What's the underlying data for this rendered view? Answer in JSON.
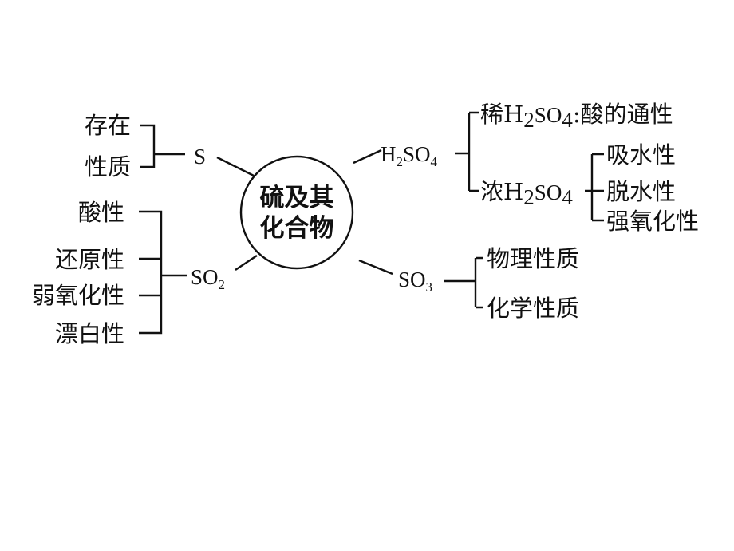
{
  "center": {
    "line1": "硫及其",
    "line2": "化合物"
  },
  "s": {
    "label": "S",
    "items": [
      "存在",
      "性质"
    ]
  },
  "so2": {
    "label": "SO",
    "sub": "2",
    "items": [
      "酸性",
      "还原性",
      "弱氧化性",
      "漂白性"
    ]
  },
  "h2so4": {
    "label": {
      "a": "H",
      "a_sub": "2",
      "b": "SO",
      "b_sub": "4"
    },
    "dilute": {
      "prefix": "稀H",
      "sub1": "2",
      "mid": "SO",
      "sub2": "4",
      "suffix": ":酸的通性"
    },
    "conc": {
      "prefix": "浓H",
      "sub1": "2",
      "mid": "SO",
      "sub2": "4"
    },
    "conc_items": [
      "吸水性",
      "脱水性",
      "强氧化性"
    ]
  },
  "so3": {
    "label": "SO",
    "sub": "3",
    "items": [
      "物理性质",
      "化学性质"
    ]
  }
}
